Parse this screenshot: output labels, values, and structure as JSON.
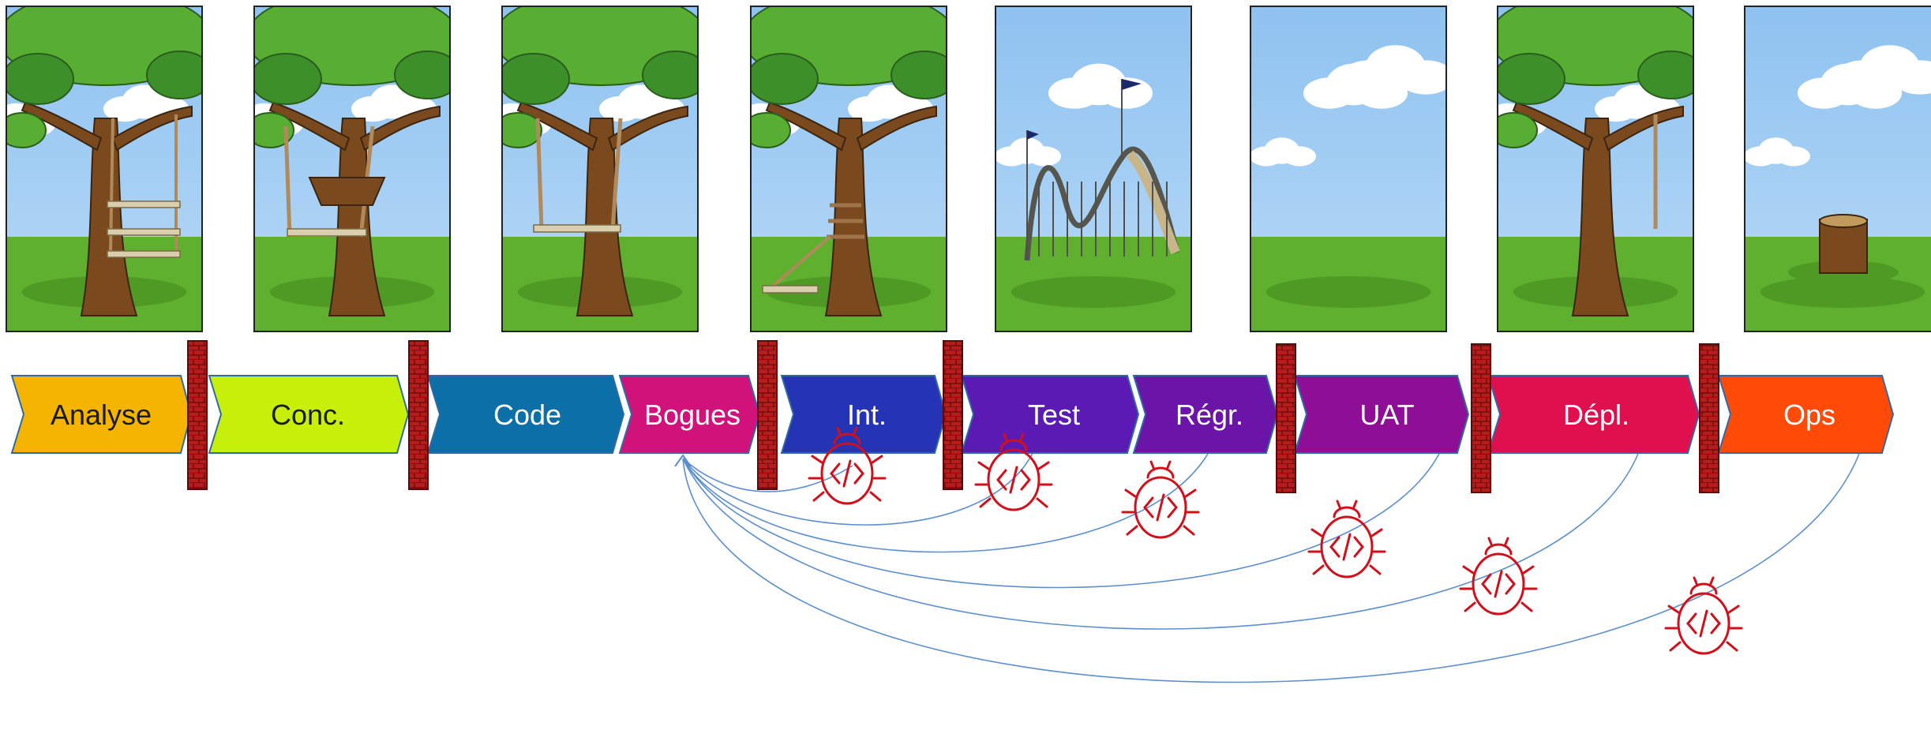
{
  "stages": [
    {
      "label": "Analyse",
      "color": "#F5B400",
      "text_color": "#1A1A1A"
    },
    {
      "label": "Conc.",
      "color": "#C6F00A",
      "text_color": "#1A1A1A"
    },
    {
      "label": "Code",
      "color": "#0D6FA8",
      "text_color": "#FFFFFF"
    },
    {
      "label": "Bogues",
      "color": "#D1127B",
      "text_color": "#FFFFFF"
    },
    {
      "label": "Int.",
      "color": "#2434B4",
      "text_color": "#FFFFFF"
    },
    {
      "label": "Test",
      "color": "#5A1AB3",
      "text_color": "#FFFFFF"
    },
    {
      "label": "Régr.",
      "color": "#6B14A8",
      "text_color": "#FFFFFF"
    },
    {
      "label": "UAT",
      "color": "#8E0E96",
      "text_color": "#FFFFFF"
    },
    {
      "label": "Dépl.",
      "color": "#E0104E",
      "text_color": "#FFFFFF"
    },
    {
      "label": "Ops",
      "color": "#FF4A08",
      "text_color": "#FFFFFF"
    }
  ],
  "panels": [
    {
      "scene": "tree-swing-three-seats"
    },
    {
      "scene": "tree-cut-swing-propped"
    },
    {
      "scene": "tree-swing-on-trunk"
    },
    {
      "scene": "tree-swing-tied-to-trunk"
    },
    {
      "scene": "roller-coaster"
    },
    {
      "scene": "empty-field"
    },
    {
      "scene": "tree-single-rope"
    },
    {
      "scene": "tree-stump"
    }
  ],
  "walls": {
    "color": "#B71C1C",
    "count": 7
  },
  "bugs": {
    "color": "#D0111B",
    "icon": "bug-code-icon",
    "count": 6
  },
  "arrows": {
    "color": "#5B8FD0",
    "target_stage": "Bogues",
    "count": 6
  }
}
